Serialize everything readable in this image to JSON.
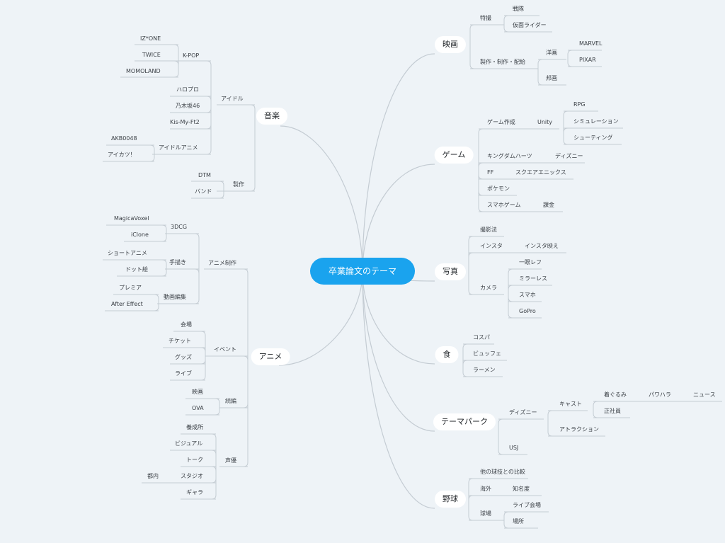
{
  "root": {
    "label": "卒業論文のテーマ"
  },
  "colors": {
    "background": "#eef3f7",
    "root": "#1aa3ee",
    "line": "#c4ccd3"
  },
  "topics": {
    "music": {
      "label": "音楽"
    },
    "anime": {
      "label": "アニメ"
    },
    "movie": {
      "label": "映画"
    },
    "game": {
      "label": "ゲーム"
    },
    "photo": {
      "label": "写真"
    },
    "food": {
      "label": "食"
    },
    "park": {
      "label": "テーマパーク"
    },
    "baseball": {
      "label": "野球"
    }
  },
  "nodes": {
    "idol": "アイドル",
    "kpop": "K-POP",
    "izone": "IZ*ONE",
    "twice": "TWICE",
    "momoland": "MOMOLAND",
    "hello": "ハロプロ",
    "nogi": "乃木坂46",
    "kismy": "Kis-My-Ft2",
    "idolanime": "アイドルアニメ",
    "akb": "AKB0048",
    "aikatsu": "アイカツ！",
    "prod": "製作",
    "dtm": "DTM",
    "band": "バンド",
    "animeprod": "アニメ制作",
    "cg3d": "3DCG",
    "magica": "MagicaVoxel",
    "iclone": "iClone",
    "hand": "手描き",
    "short": "ショートアニメ",
    "dot": "ドット絵",
    "edit": "動画編集",
    "premiere": "プレミア",
    "ae": "After Effect",
    "event": "イベント",
    "venue": "会場",
    "ticket": "チケット",
    "goods": "グッズ",
    "live": "ライブ",
    "sequel": "続編",
    "film": "映画",
    "ova": "OVA",
    "voice": "声優",
    "school": "養成所",
    "visual": "ビジュアル",
    "talk": "トーク",
    "studio": "スタジオ",
    "tonai": "都内",
    "gara": "ギャラ",
    "sfx": "特撮",
    "sentai": "戦隊",
    "rider": "仮面ライダー",
    "distrib": "製作・制作・配給",
    "western": "洋画",
    "marvel": "MARVEL",
    "pixar": "PIXAR",
    "japanese": "邦画",
    "gamemake": "ゲーム作成",
    "unity": "Unity",
    "rpg": "RPG",
    "sim": "シミュレーション",
    "shoot": "シューティング",
    "kh": "キングダムハーツ",
    "disney1": "ディズニー",
    "ff": "FF",
    "square": "スクエアエニックス",
    "poke": "ポケモン",
    "smart": "スマホゲーム",
    "kakin": "課金",
    "tech": "撮影法",
    "insta": "インスタ",
    "instabae": "インスタ映え",
    "camera": "カメラ",
    "slr": "一眼レフ",
    "mirror": "ミラーレス",
    "phone": "スマホ",
    "gopro": "GoPro",
    "cospa": "コスパ",
    "buffet": "ビュッフェ",
    "ramen": "ラーメン",
    "disney2": "ディズニー",
    "cast": "キャスト",
    "kigurumi": "着ぐるみ",
    "pawahara": "パワハラ",
    "news": "ニュース",
    "seishain": "正社員",
    "attraction": "アトラクション",
    "usj": "USJ",
    "compare": "他の球技との比較",
    "abroad": "海外",
    "fame": "知名度",
    "stadium": "球場",
    "livevenue": "ライブ会場",
    "place": "場所"
  }
}
